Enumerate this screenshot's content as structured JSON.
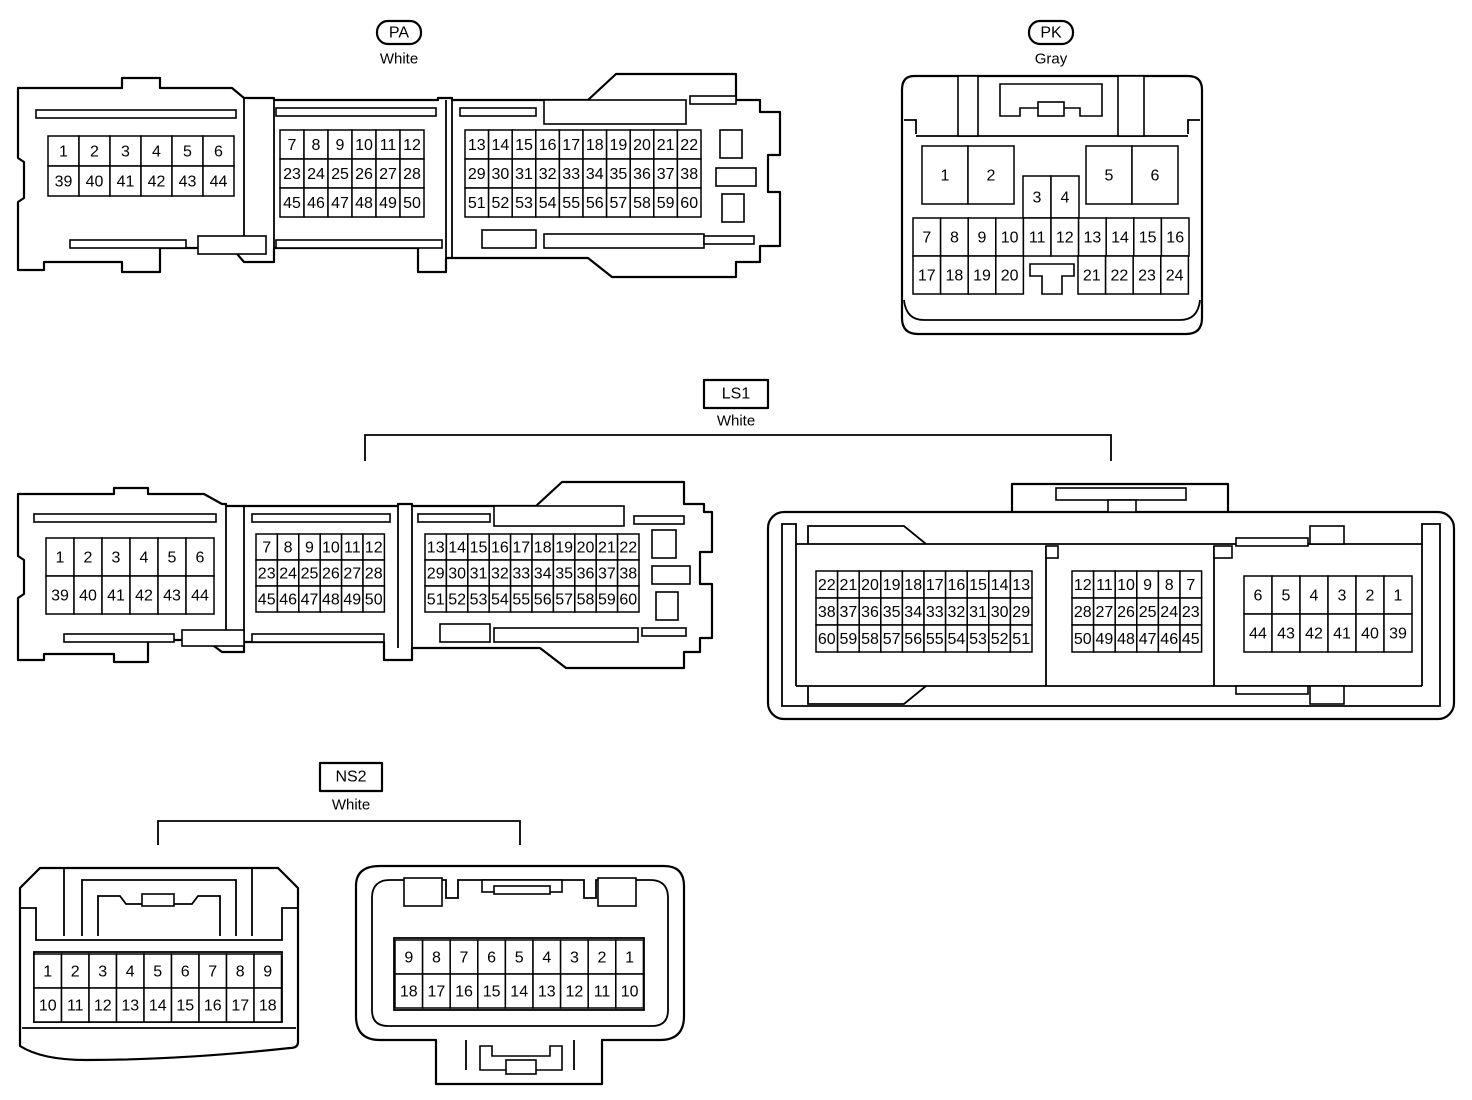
{
  "connectors": {
    "pa": {
      "code": "PA",
      "color": "White",
      "blocks": [
        {
          "rows": [
            [
              "1",
              "2",
              "3",
              "4",
              "5",
              "6"
            ],
            [
              "39",
              "40",
              "41",
              "42",
              "43",
              "44"
            ]
          ]
        },
        {
          "rows": [
            [
              "7",
              "8",
              "9",
              "10",
              "11",
              "12"
            ],
            [
              "23",
              "24",
              "25",
              "26",
              "27",
              "28"
            ],
            [
              "45",
              "46",
              "47",
              "48",
              "49",
              "50"
            ]
          ]
        },
        {
          "rows": [
            [
              "13",
              "14",
              "15",
              "16",
              "17",
              "18",
              "19",
              "20",
              "21",
              "22"
            ],
            [
              "29",
              "30",
              "31",
              "32",
              "33",
              "34",
              "35",
              "36",
              "37",
              "38"
            ],
            [
              "51",
              "52",
              "53",
              "54",
              "55",
              "56",
              "57",
              "58",
              "59",
              "60"
            ]
          ]
        }
      ]
    },
    "pk": {
      "code": "PK",
      "color": "Gray",
      "pins": {
        "big_left": [
          "1",
          "2"
        ],
        "big_right": [
          "5",
          "6"
        ],
        "mid": [
          "3",
          "4"
        ],
        "row1": [
          "7",
          "8",
          "9",
          "10",
          "11",
          "12",
          "13",
          "14",
          "15",
          "16"
        ],
        "row2_left": [
          "17",
          "18",
          "19",
          "20"
        ],
        "row2_right": [
          "21",
          "22",
          "23",
          "24"
        ]
      }
    },
    "ls1": {
      "code": "LS1",
      "color": "White",
      "female": {
        "blocks": [
          {
            "rows": [
              [
                "1",
                "2",
                "3",
                "4",
                "5",
                "6"
              ],
              [
                "39",
                "40",
                "41",
                "42",
                "43",
                "44"
              ]
            ]
          },
          {
            "rows": [
              [
                "7",
                "8",
                "9",
                "10",
                "11",
                "12"
              ],
              [
                "23",
                "24",
                "25",
                "26",
                "27",
                "28"
              ],
              [
                "45",
                "46",
                "47",
                "48",
                "49",
                "50"
              ]
            ]
          },
          {
            "rows": [
              [
                "13",
                "14",
                "15",
                "16",
                "17",
                "18",
                "19",
                "20",
                "21",
                "22"
              ],
              [
                "29",
                "30",
                "31",
                "32",
                "33",
                "34",
                "35",
                "36",
                "37",
                "38"
              ],
              [
                "51",
                "52",
                "53",
                "54",
                "55",
                "56",
                "57",
                "58",
                "59",
                "60"
              ]
            ]
          }
        ]
      },
      "male": {
        "blocks": [
          {
            "rows": [
              [
                "22",
                "21",
                "20",
                "19",
                "18",
                "17",
                "16",
                "15",
                "14",
                "13"
              ],
              [
                "38",
                "37",
                "36",
                "35",
                "34",
                "33",
                "32",
                "31",
                "30",
                "29"
              ],
              [
                "60",
                "59",
                "58",
                "57",
                "56",
                "55",
                "54",
                "53",
                "52",
                "51"
              ]
            ]
          },
          {
            "rows": [
              [
                "12",
                "11",
                "10",
                "9",
                "8",
                "7"
              ],
              [
                "28",
                "27",
                "26",
                "25",
                "24",
                "23"
              ],
              [
                "50",
                "49",
                "48",
                "47",
                "46",
                "45"
              ]
            ]
          },
          {
            "rows": [
              [
                "6",
                "5",
                "4",
                "3",
                "2",
                "1"
              ],
              [
                "44",
                "43",
                "42",
                "41",
                "40",
                "39"
              ]
            ]
          }
        ]
      }
    },
    "ns2": {
      "code": "NS2",
      "color": "White",
      "female_rows": [
        [
          "1",
          "2",
          "3",
          "4",
          "5",
          "6",
          "7",
          "8",
          "9"
        ],
        [
          "10",
          "11",
          "12",
          "13",
          "14",
          "15",
          "16",
          "17",
          "18"
        ]
      ],
      "male_rows": [
        [
          "9",
          "8",
          "7",
          "6",
          "5",
          "4",
          "3",
          "2",
          "1"
        ],
        [
          "18",
          "17",
          "16",
          "15",
          "14",
          "13",
          "12",
          "11",
          "10"
        ]
      ]
    }
  }
}
